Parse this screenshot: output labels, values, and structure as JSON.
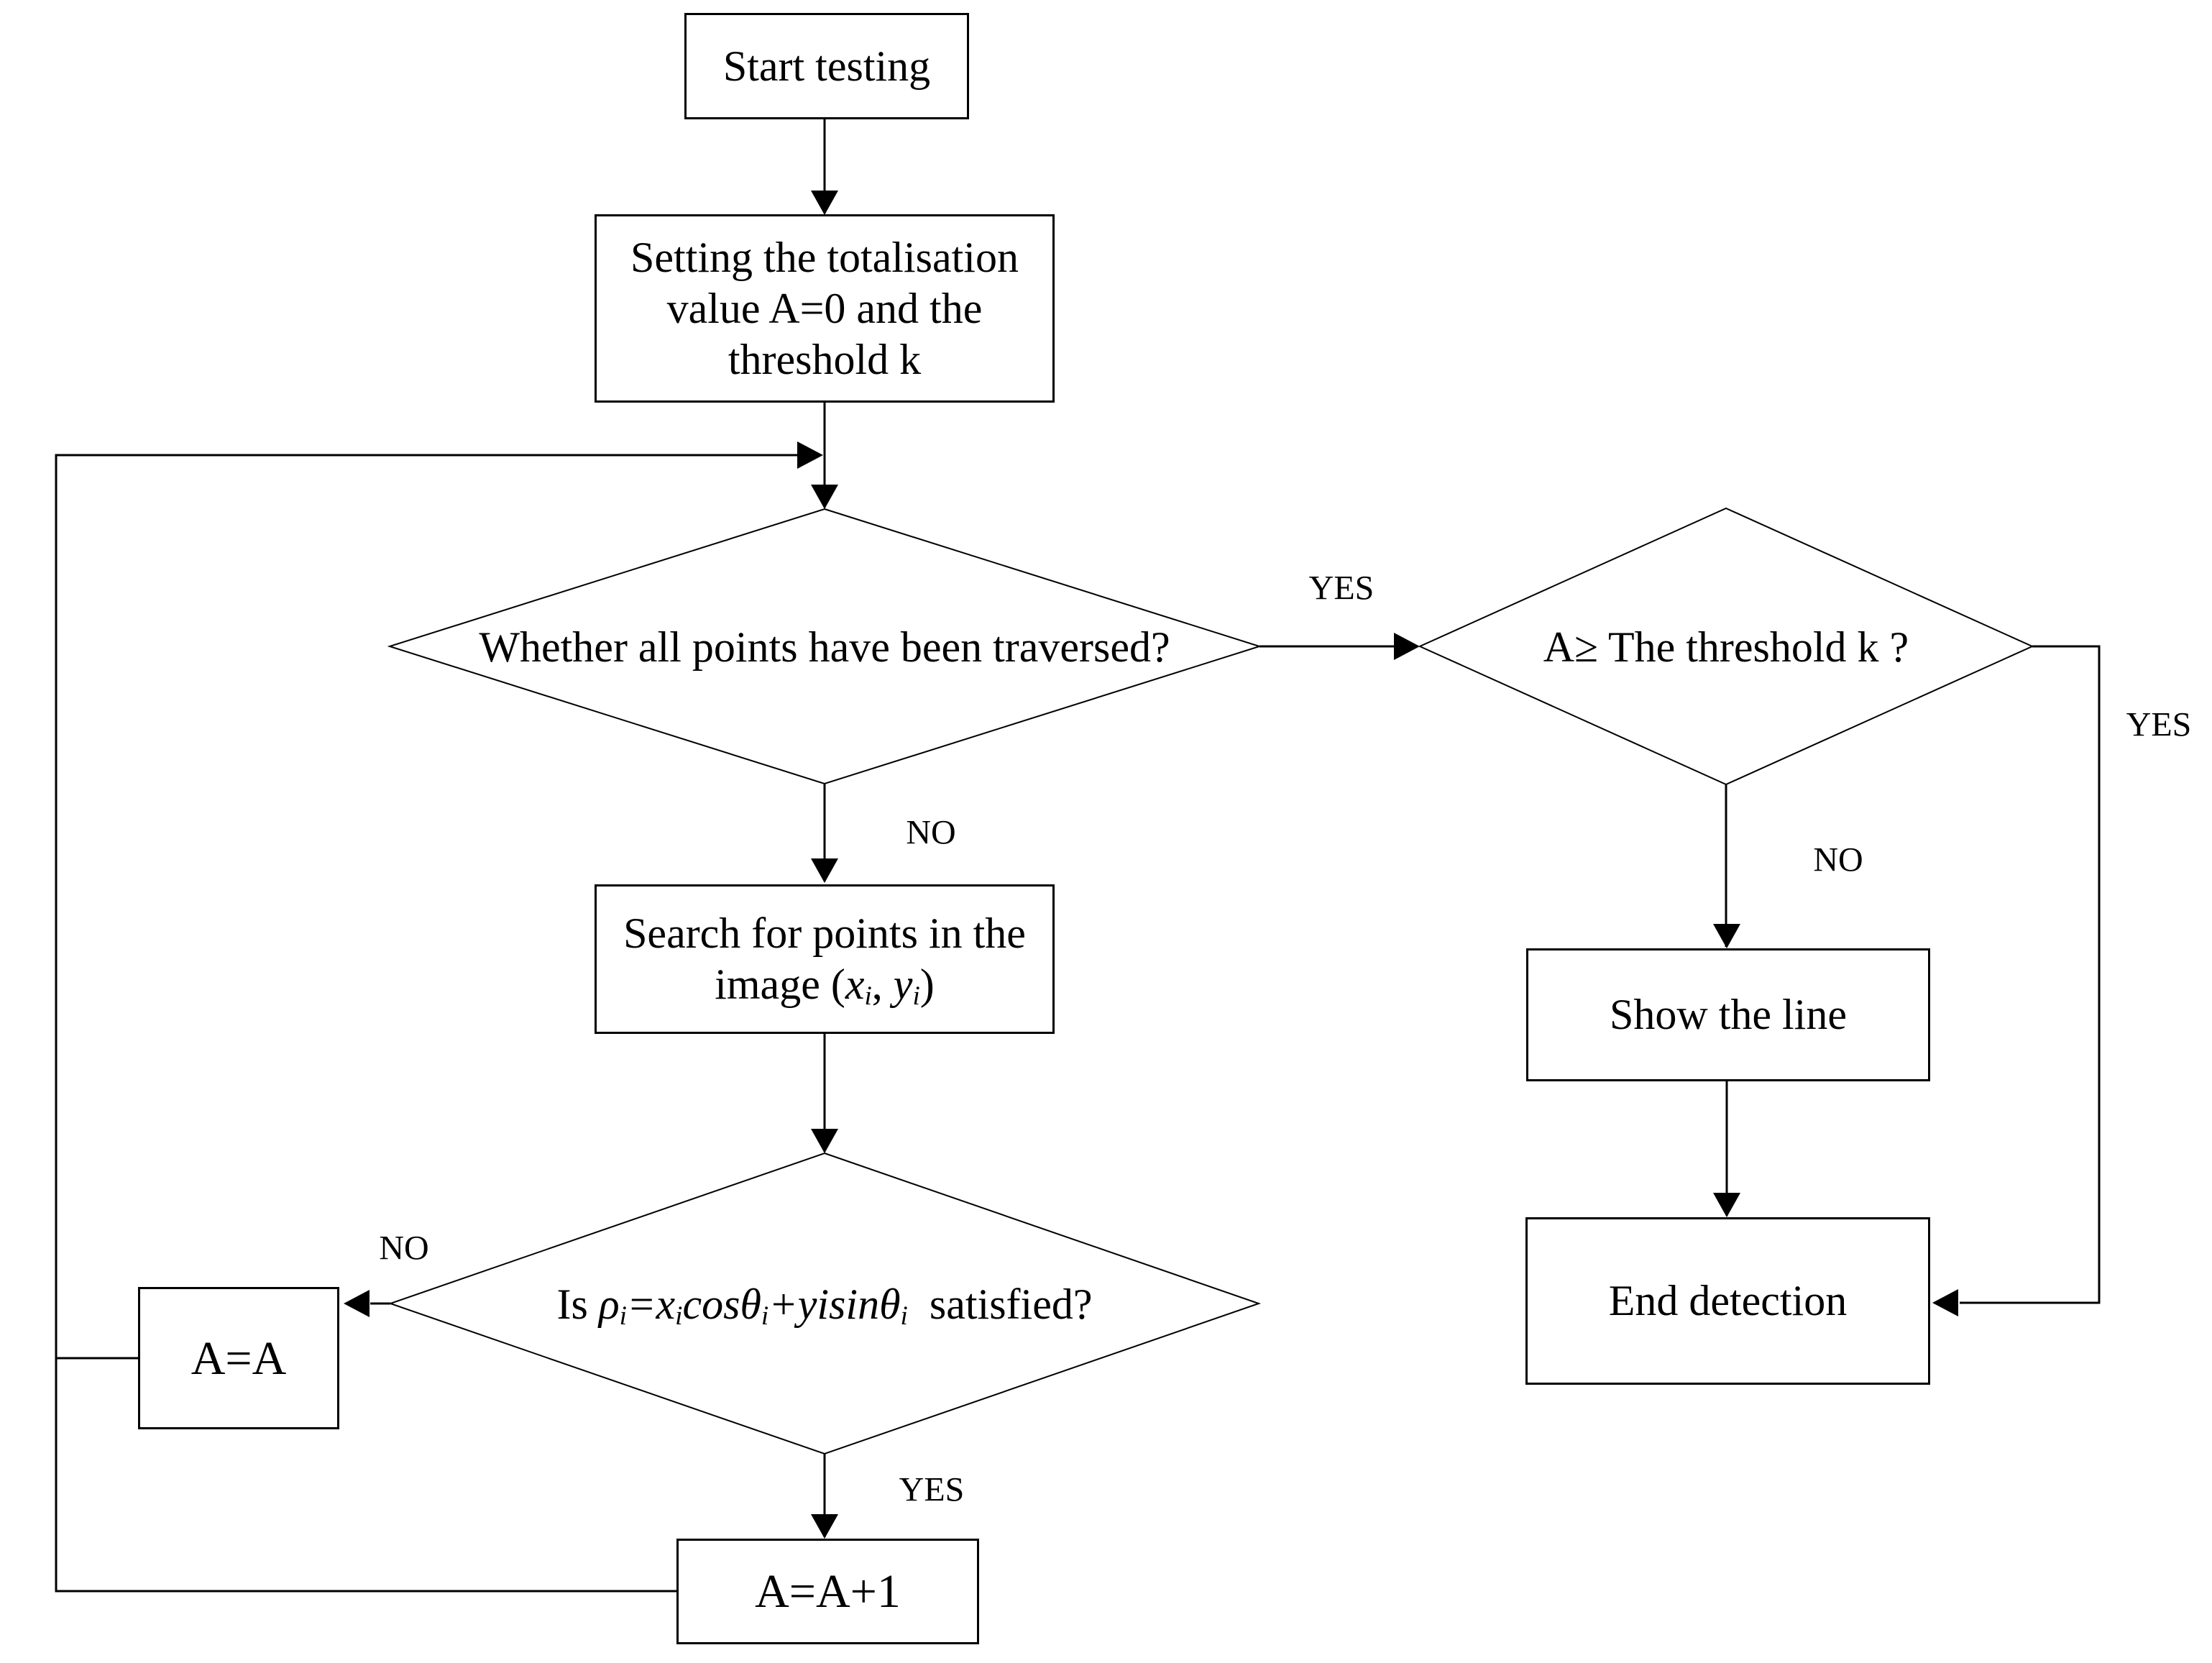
{
  "diagram": {
    "description": "Flowchart of Hough-transform line detection testing procedure",
    "background_color": "#ffffff",
    "line_color": "#000000",
    "text_color": "#000000"
  },
  "nodes": {
    "start": {
      "label": "Start testing"
    },
    "setting": {
      "label": "Setting the totalisation value A=0 and the threshold k"
    },
    "traverse_decision": {
      "label": "Whether all points have been traversed?"
    },
    "threshold_decision": {
      "label": "A≥ The threshold k ?"
    },
    "search": {
      "line1": "Search for points in the",
      "line2_html": "image (<i>x<sub>i</sub></i>, <i>y<sub>i</sub></i>)"
    },
    "formula_decision": {
      "label_html": "Is <i>ρ<sub>i</sub>=x<sub>i</sub>cosθ<sub>i</sub>+yisinθ<sub>i</sub></i>&nbsp; satisfied?"
    },
    "a_equals_a": {
      "label": "A=A"
    },
    "a_plus_one": {
      "label": "A=A+1"
    },
    "show_line": {
      "label": "Show the line"
    },
    "end_detection": {
      "label": "End detection"
    }
  },
  "edge_labels": {
    "traverse_yes": "YES",
    "traverse_no": "NO",
    "threshold_yes": "YES",
    "threshold_no": "NO",
    "formula_yes": "YES",
    "formula_no": "NO"
  }
}
